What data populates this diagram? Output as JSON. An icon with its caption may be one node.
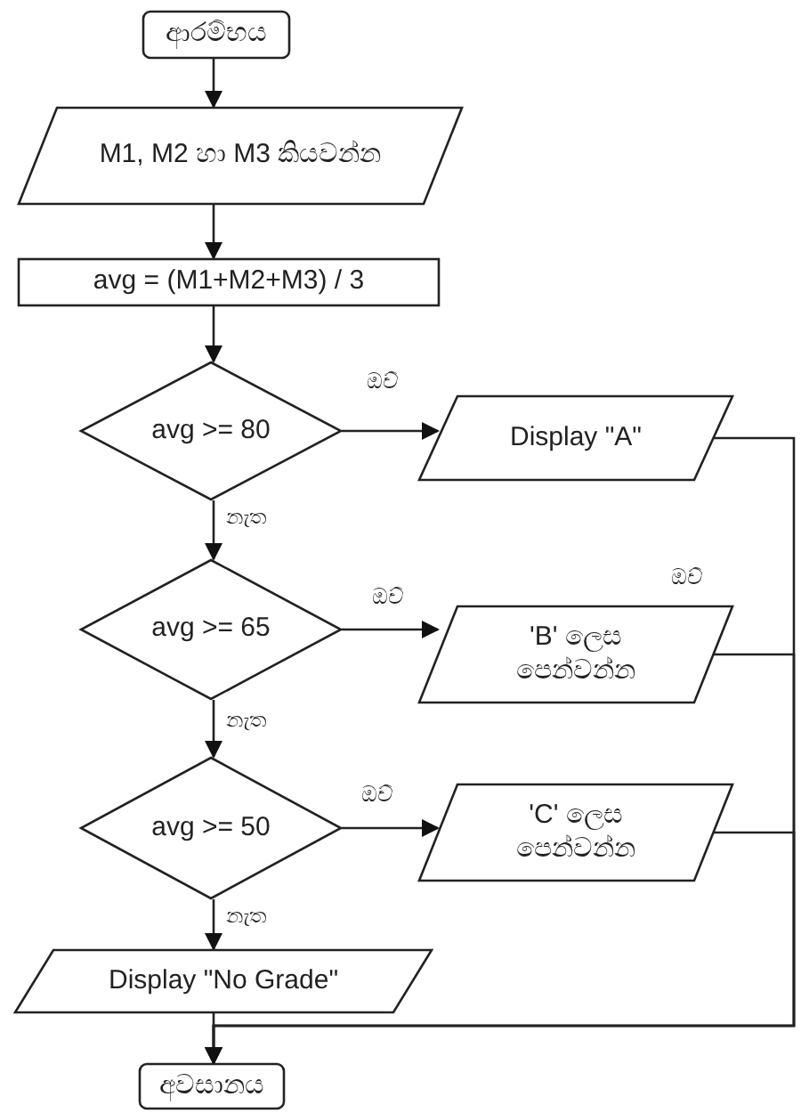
{
  "diagram": {
    "nodes": [
      {
        "text": [
          "ආරම්භය"
        ]
      },
      {
        "text": [
          "M1, M2 හා M3 කියවන්න"
        ]
      },
      {
        "text": [
          "avg = (M1+M2+M3) / 3"
        ]
      },
      {
        "text": [
          "avg >= 80"
        ]
      },
      {
        "text": [
          "Display \"A\""
        ]
      },
      {
        "text": [
          "avg >= 65"
        ]
      },
      {
        "text": [
          "'B' ලෙස පෙන්වන්න"
        ]
      },
      {
        "text": [
          "avg >= 50"
        ]
      },
      {
        "text": [
          "'C' ලෙස පෙන්වන්න"
        ]
      },
      {
        "text": [
          "Display \"No Grade\""
        ]
      },
      {
        "text": [
          "අවසානය"
        ]
      }
    ],
    "edges": [
      {
        "from": 0,
        "to": 1,
        "arrow": "to"
      },
      {
        "from": 1,
        "to": 2,
        "arrow": "to"
      },
      {
        "from": 2,
        "to": 3,
        "arrow": "to"
      },
      {
        "from": 3,
        "to": 4,
        "arrow": "to",
        "label": "ඔව්"
      },
      {
        "from": 3,
        "to": 5,
        "arrow": "to",
        "label": "නැත"
      },
      {
        "from": 5,
        "to": 6,
        "arrow": "to",
        "label": "ඔව්"
      },
      {
        "from": 5,
        "to": 7,
        "arrow": "to",
        "label": "නැත"
      },
      {
        "from": 7,
        "to": 8,
        "arrow": "to",
        "label": "ඔව්"
      },
      {
        "from": 7,
        "to": 9,
        "arrow": "to",
        "label": "නැත"
      },
      {
        "from": 9,
        "to": 10,
        "arrow": "to"
      },
      {
        "from": 4,
        "to": 10,
        "arrow": "to"
      },
      {
        "from": 6,
        "to": 10,
        "arrow": "to"
      },
      {
        "from": 8,
        "to": 10,
        "arrow": "to"
      }
    ],
    "labels": [
      "ඔව්"
    ]
  }
}
